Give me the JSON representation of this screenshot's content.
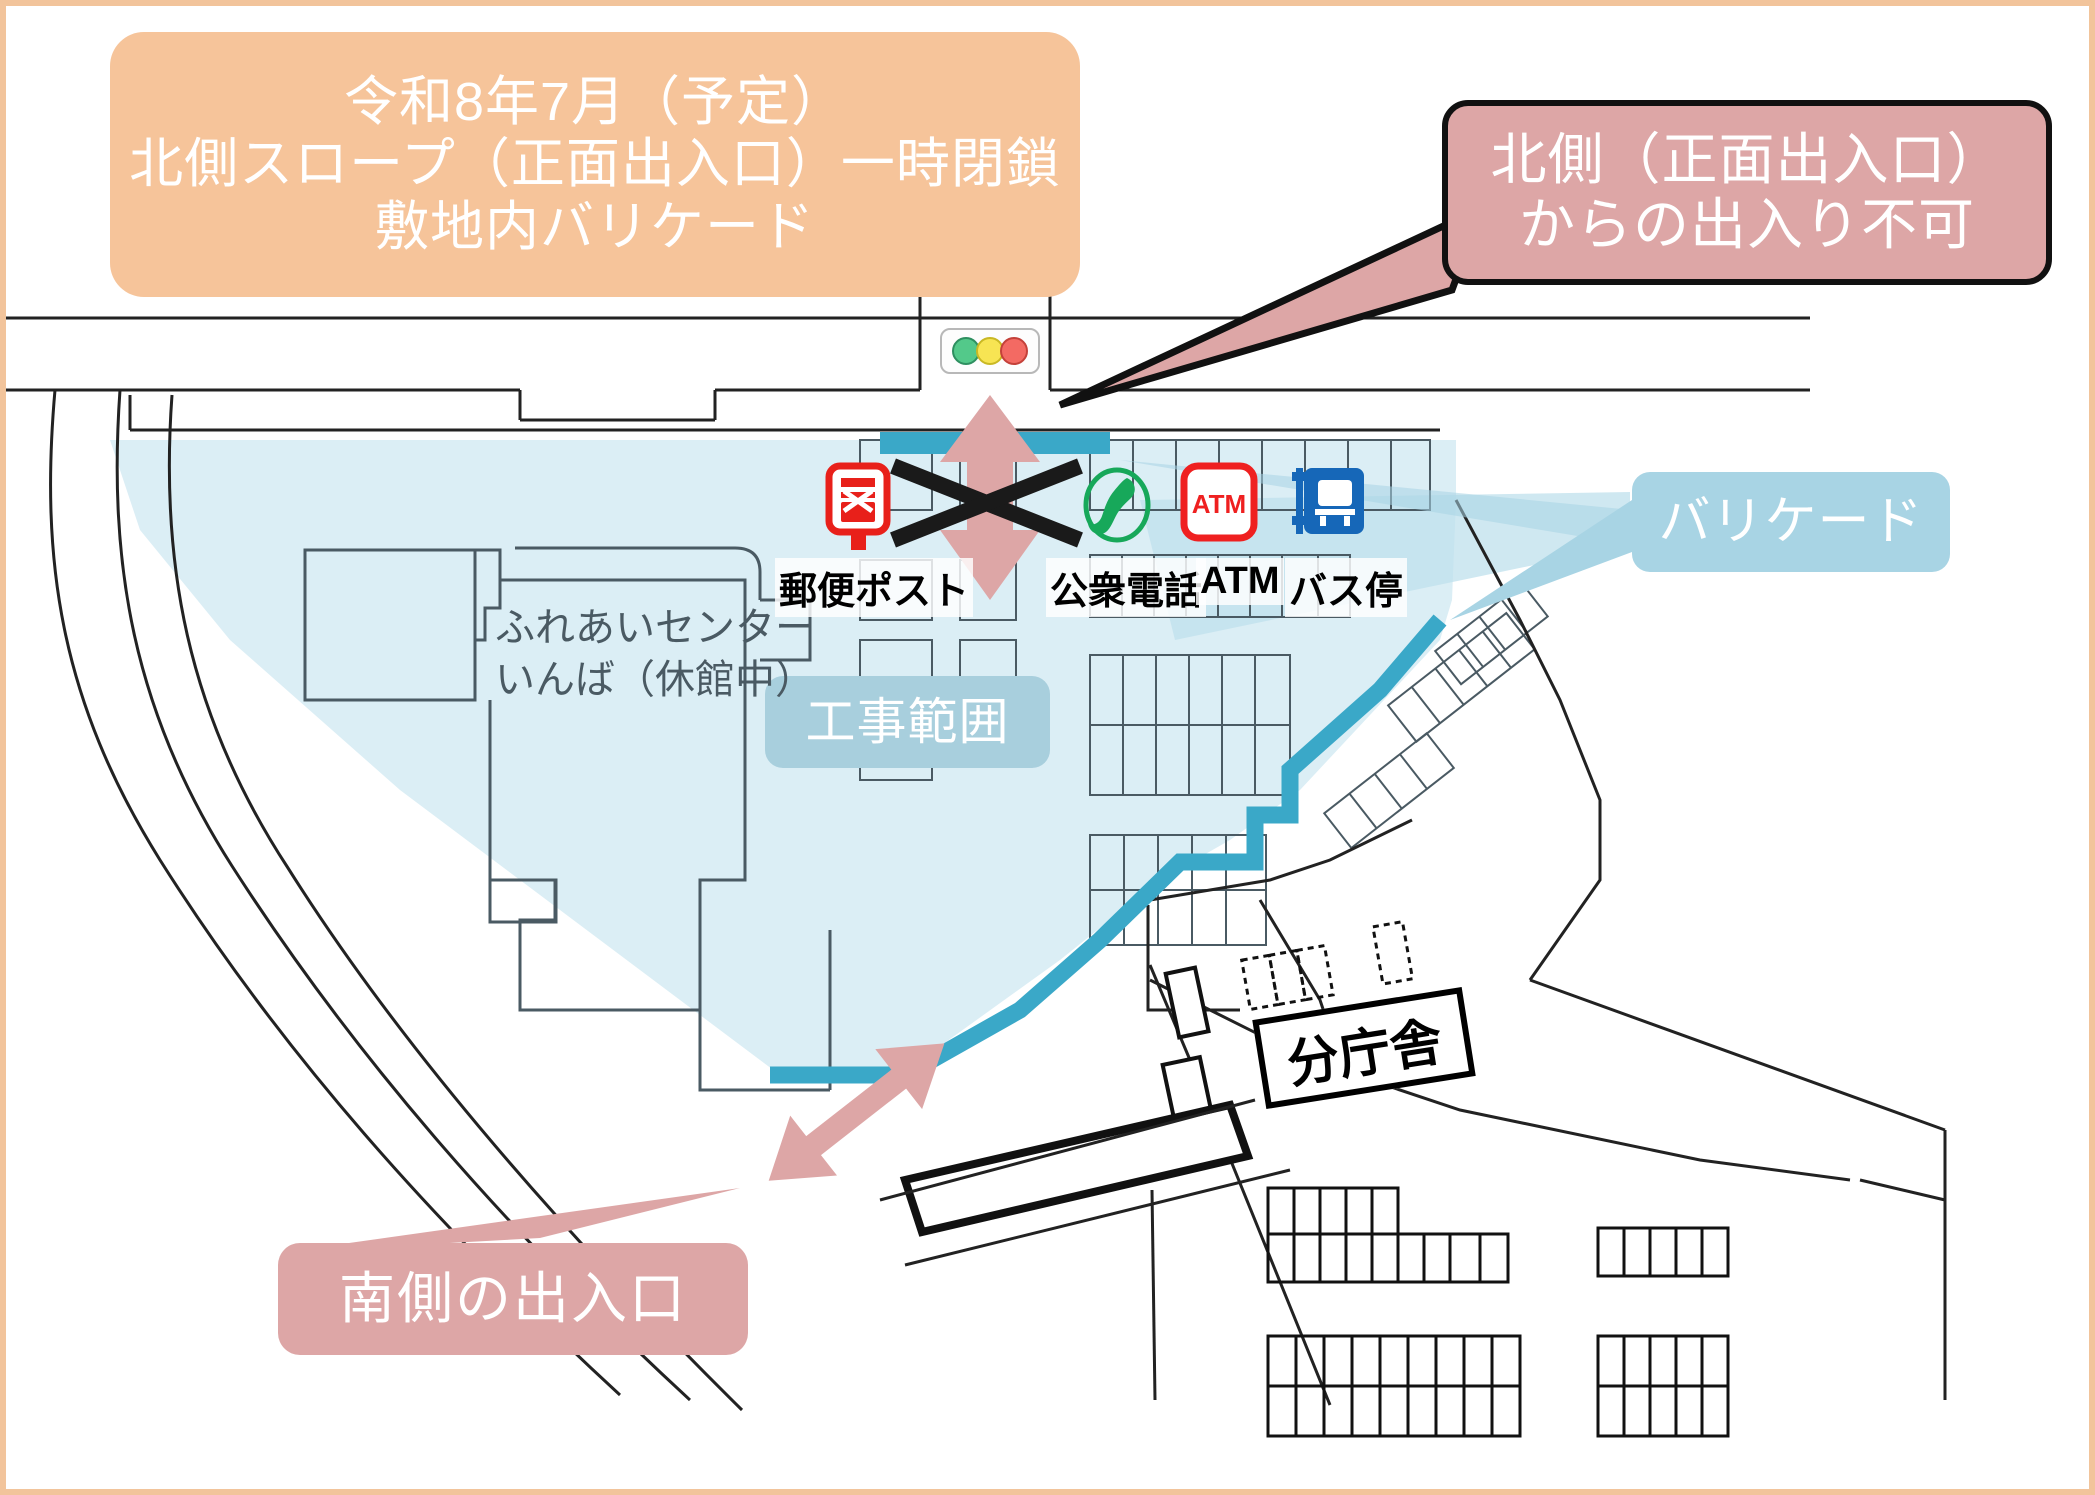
{
  "page": {
    "title": "ふれあいセンターいんば 工事に伴う出入口案内図",
    "frame_color": "#f2c49b",
    "background": "#ffffff"
  },
  "callouts": {
    "orange_notice": {
      "name": "construction-schedule-notice",
      "bg": "#f6c49a",
      "lines": [
        "令和8年7月（予定）",
        "北側スロープ（正面出入口）一時閉鎖",
        "敷地内バリケード"
      ]
    },
    "north_entrance": {
      "name": "north-entrance-closed-callout",
      "bg": "#dda6a6",
      "border": "#111111",
      "lines": [
        "北側（正面出入口）",
        "からの出入り不可"
      ]
    },
    "south_entrance": {
      "name": "south-entrance-callout",
      "bg": "#dda6a6",
      "lines": [
        "南側の出入口"
      ]
    },
    "barricade": {
      "name": "barricade-callout",
      "bg": "#a8d4e4",
      "lines": [
        "バリケード"
      ]
    },
    "construction_area": {
      "name": "construction-area-callout",
      "bg": "#a8cfdd",
      "lines": [
        "工事範囲"
      ]
    }
  },
  "map_labels": {
    "community_center": {
      "lines": [
        "ふれあいセンター",
        "いんば（休館中）"
      ],
      "color": "#4a5a63"
    },
    "annex_building": "分庁舎",
    "facilities": [
      {
        "id": "post",
        "icon": "post-box-icon",
        "label": "郵便ポスト",
        "color": "#e8201a"
      },
      {
        "id": "phone",
        "icon": "public-phone-icon",
        "label": "公衆電話",
        "color": "#17a85a"
      },
      {
        "id": "atm",
        "icon": "atm-icon",
        "label": "ATM",
        "color": "#ef2020"
      },
      {
        "id": "bus",
        "icon": "bus-stop-icon",
        "label": "バス停",
        "color": "#1667b8"
      }
    ]
  },
  "map_features": {
    "traffic_light": {
      "name": "traffic-light-icon",
      "lights": [
        "#53c98a",
        "#f7e453",
        "#f36a63"
      ]
    },
    "construction_zone_fill": "#dbeef5",
    "barricade_line_color": "#3aa8c8",
    "blocked_marker_color": "#1a1a1a",
    "arrow_color": "#dda6a6",
    "parcel_line_color": "#4a5a63",
    "road_line_color": "#222222"
  }
}
